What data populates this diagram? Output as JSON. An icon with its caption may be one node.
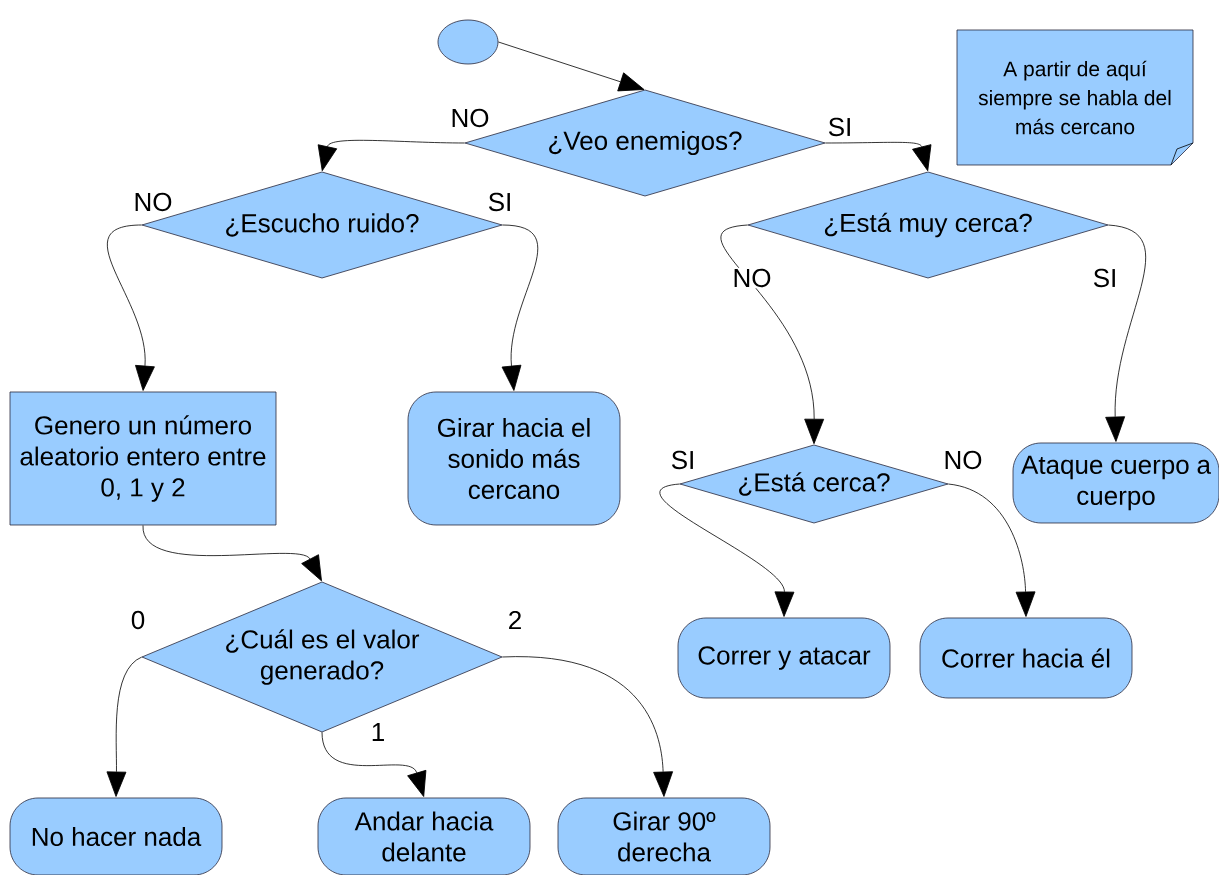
{
  "diagram": {
    "nodes": [
      {
        "text": [],
        "shape": "circle"
      },
      {
        "text": [
          "¿Veo enemigos?"
        ]
      },
      {
        "text": [
          "¿Escucho ruido?"
        ]
      },
      {
        "text": [
          "¿Está muy cerca?"
        ]
      },
      {
        "text": [
          "Genero un número aleatorio entero entre 0, 1 y 2"
        ]
      },
      {
        "text": [
          "Girar hacia el sonido más cercano"
        ]
      },
      {
        "text": [
          "¿Está cerca?"
        ]
      },
      {
        "text": [
          "Ataque cuerpo a cuerpo"
        ]
      },
      {
        "text": [
          "¿Cuál es el valor generado?"
        ]
      },
      {
        "text": [
          "Correr y atacar"
        ]
      },
      {
        "text": [
          "Correr hacia él"
        ]
      },
      {
        "text": [
          "No hacer nada"
        ]
      },
      {
        "text": [
          "Andar hacia delante"
        ]
      },
      {
        "text": [
          "Girar 90º derecha"
        ]
      },
      {
        "text": [
          "A partir de aquí siempre se habla del más cercano"
        ]
      }
    ],
    "edges": [
      {
        "from": 0,
        "to": 1,
        "arrow": "to"
      },
      {
        "from": 1,
        "to": 2,
        "arrow": "to",
        "label": "NO"
      },
      {
        "from": 1,
        "to": 3,
        "arrow": "to",
        "label": "SI"
      },
      {
        "from": 2,
        "to": 4,
        "arrow": "to",
        "label": "NO"
      },
      {
        "from": 2,
        "to": 5,
        "arrow": "to",
        "label": "SI"
      },
      {
        "from": 3,
        "to": 6,
        "arrow": "to",
        "label": "NO"
      },
      {
        "from": 3,
        "to": 7,
        "arrow": "to",
        "label": "SI"
      },
      {
        "from": 4,
        "to": 8,
        "arrow": "to"
      },
      {
        "from": 6,
        "to": 9,
        "arrow": "to",
        "label": "SI"
      },
      {
        "from": 6,
        "to": 10,
        "arrow": "to",
        "label": "NO"
      },
      {
        "from": 8,
        "to": 11,
        "arrow": "to",
        "label": "0"
      },
      {
        "from": 8,
        "to": 12,
        "arrow": "to",
        "label": "1"
      },
      {
        "from": 8,
        "to": 13,
        "arrow": "to",
        "label": "2"
      }
    ]
  }
}
